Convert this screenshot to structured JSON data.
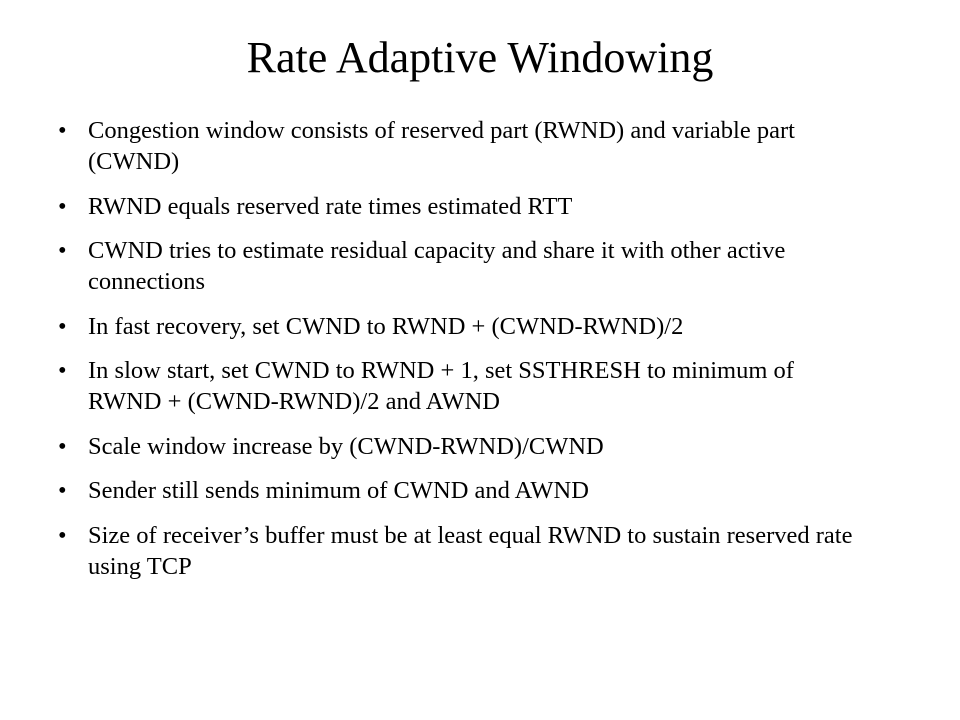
{
  "slide": {
    "title": "Rate Adaptive Windowing",
    "bullet_glyph": "•",
    "bullets": [
      "Congestion window consists of reserved part (RWND) and variable part (CWND)",
      "RWND equals reserved rate times estimated RTT",
      "CWND tries to estimate residual capacity and share it with other active connections",
      "In fast recovery, set CWND to RWND + (CWND-RWND)/2",
      "In slow start, set CWND to RWND + 1, set SSTHRESH to minimum of RWND + (CWND-RWND)/2 and AWND",
      "Scale window increase by (CWND-RWND)/CWND",
      "Sender still sends minimum of CWND and AWND",
      "Size of receiver’s buffer must be at least equal RWND to sustain reserved rate using TCP"
    ]
  }
}
